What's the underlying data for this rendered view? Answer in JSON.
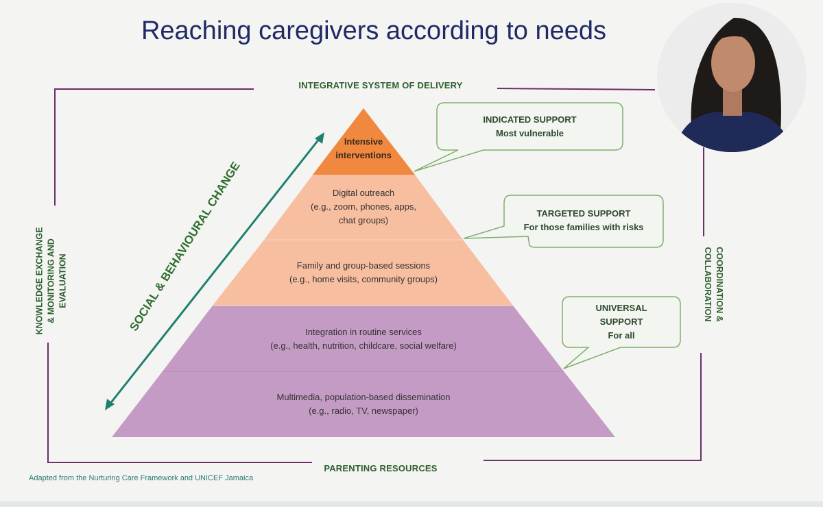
{
  "title": "Reaching caregivers according to needs",
  "frame": {
    "top": "INTEGRATIVE SYSTEM OF DELIVERY",
    "bottom": "PARENTING RESOURCES",
    "left_lines": [
      "KNOWLEDGE EXCHANGE",
      "& MONITORING AND",
      "EVALUATION"
    ],
    "right_lines": [
      "COORDINATION &",
      "COLLABORATION"
    ]
  },
  "diagonal_label": "SOCIAL & BEHAVIOURAL CHANGE",
  "tiers": [
    {
      "lines": [
        "Intensive",
        "interventions"
      ]
    },
    {
      "lines": [
        "Digital outreach",
        "(e.g., zoom, phones, apps,",
        "chat groups)"
      ]
    },
    {
      "lines": [
        "Family and group-based sessions",
        "(e.g., home visits, community groups)"
      ]
    },
    {
      "lines": [
        "Integration in routine services",
        "(e.g., health, nutrition, childcare, social welfare)"
      ]
    },
    {
      "lines": [
        "Multimedia, population-based dissemination",
        "(e.g., radio, TV, newspaper)"
      ]
    }
  ],
  "callouts": [
    {
      "lines": [
        "INDICATED  SUPPORT",
        "Most vulnerable"
      ]
    },
    {
      "lines": [
        "TARGETED SUPPORT",
        "For those families with risks"
      ]
    },
    {
      "lines": [
        "UNIVERSAL",
        "SUPPORT",
        "For all"
      ]
    }
  ],
  "credit": "Adapted from the Nurturing Care Framework and UNICEF Jamaica",
  "colors": {
    "title": "#1f2a66",
    "frame": "#6b2d6b",
    "top_tier": "#f0883f",
    "mid_tier": "#f8bea0",
    "base_tier": "#c49bc4",
    "arrow": "#1f8070",
    "callout_border": "#7fae6e"
  }
}
